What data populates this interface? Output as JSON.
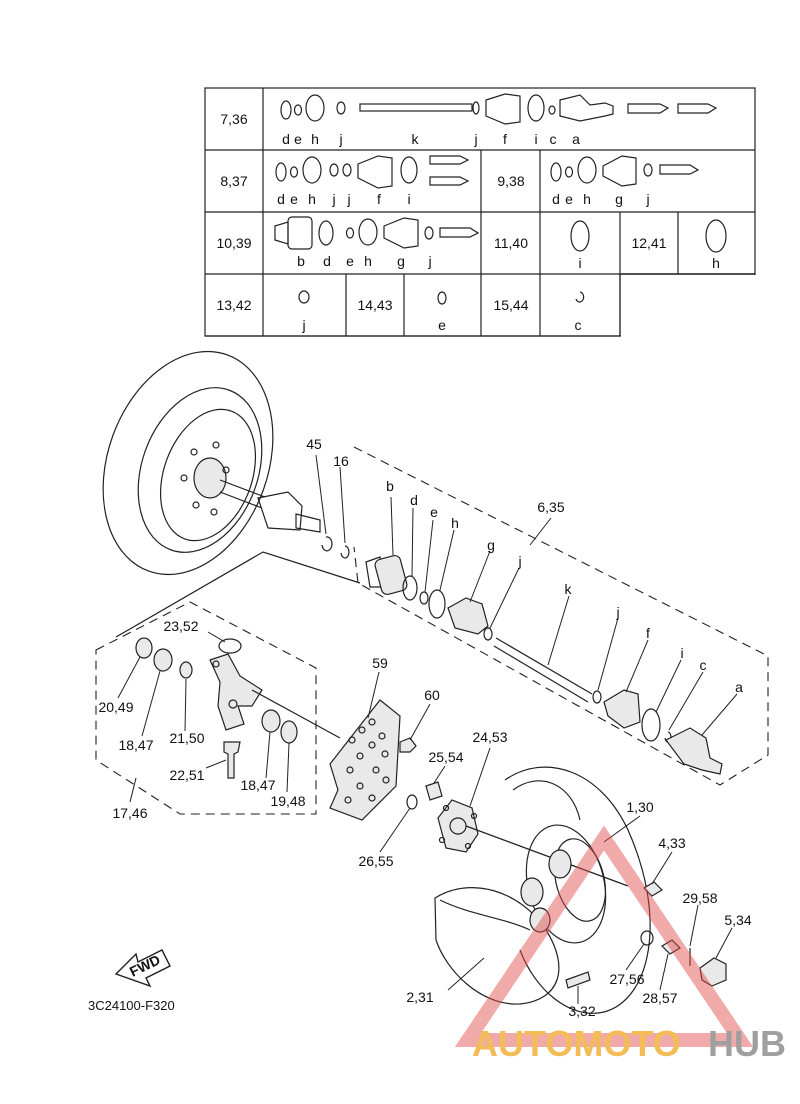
{
  "diagram_code": "3C24100-F320",
  "fwd_label": "FWD",
  "watermark": {
    "part1": "AUTOMOTO",
    "part2": "HUB",
    "color1": "#f2b13a",
    "color2": "#8f8f8f",
    "triangle_color": "#e04848"
  },
  "table": {
    "rows": [
      {
        "ref": "7,36",
        "parts": [
          "d",
          "e",
          "h",
          "j",
          "k",
          "j",
          "f",
          "i",
          "c",
          "a"
        ]
      },
      {
        "ref": "8,37",
        "parts": [
          "d",
          "e",
          "h",
          "j",
          "j",
          "f",
          "i"
        ]
      },
      {
        "ref": "9,38",
        "parts": [
          "d",
          "e",
          "h",
          "g",
          "j"
        ]
      },
      {
        "ref": "10,39",
        "parts": [
          "b",
          "d",
          "e",
          "h",
          "g",
          "j"
        ]
      },
      {
        "ref": "11,40",
        "parts": [
          "i"
        ]
      },
      {
        "ref": "12,41",
        "parts": [
          "h"
        ]
      },
      {
        "ref": "13,42",
        "parts": [
          "j"
        ]
      },
      {
        "ref": "14,43",
        "parts": [
          "e"
        ]
      },
      {
        "ref": "15,44",
        "parts": [
          "c"
        ]
      }
    ]
  },
  "callouts": {
    "c45": "45",
    "c16": "16",
    "b": "b",
    "d": "d",
    "e": "e",
    "h": "h",
    "g": "g",
    "j1": "j",
    "c635": "6,35",
    "k": "k",
    "j2": "j",
    "f": "f",
    "i": "i",
    "c": "c",
    "a": "a",
    "c2352": "23,52",
    "c2049": "20,49",
    "c1847a": "18,47",
    "c2150": "21,50",
    "c2251": "22,51",
    "c1847b": "18,47",
    "c1948": "19,48",
    "c1746": "17,46",
    "c59": "59",
    "c60": "60",
    "c2554": "25,54",
    "c2453": "24,53",
    "c2655": "26,55",
    "c130": "1,30",
    "c433": "4,33",
    "c2958": "29,58",
    "c534": "5,34",
    "c2756": "27,56",
    "c2857": "28,57",
    "c231": "2,31",
    "c332": "3,32"
  }
}
